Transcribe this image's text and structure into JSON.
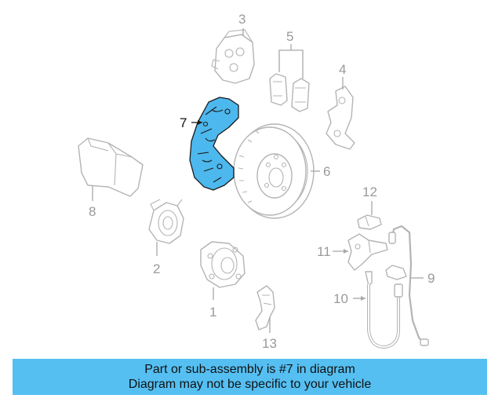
{
  "callouts": {
    "c1": "1",
    "c2": "2",
    "c3": "3",
    "c4": "4",
    "c5": "5",
    "c6": "6",
    "c7": "7",
    "c8": "8",
    "c9": "9",
    "c10": "10",
    "c11": "11",
    "c12": "12",
    "c13": "13"
  },
  "highlighted_part": "7",
  "banner": {
    "line1": "Part or sub-assembly is #7 in diagram",
    "line2": "Diagram may not be specific to your vehicle"
  },
  "colors": {
    "highlight_fill": "#4db8ee",
    "banner_background": "#55bff2",
    "line_art": "#b4b4b4"
  }
}
